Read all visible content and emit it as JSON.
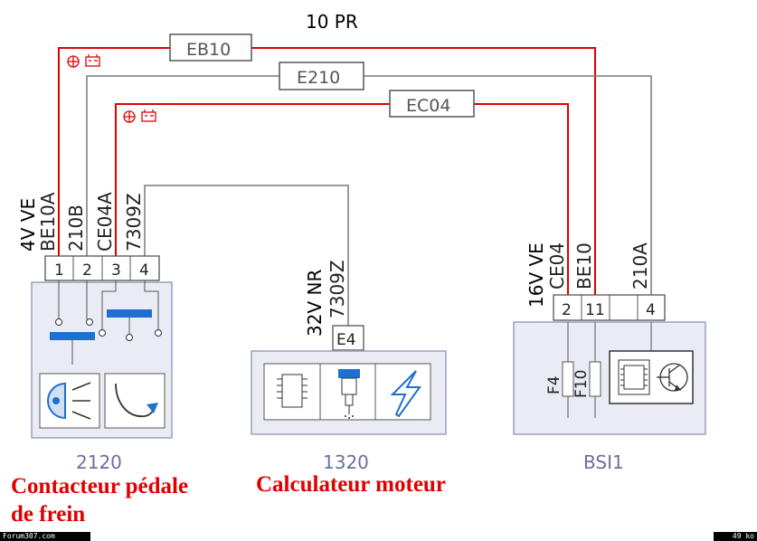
{
  "harness": {
    "label": "10 PR"
  },
  "connectors": {
    "eb10": "EB10",
    "e210": "E210",
    "ec04": "EC04",
    "e4": "E4"
  },
  "wires": {
    "be10a": "BE10A",
    "w210b": "210B",
    "ce04a": "CE04A",
    "w7309z_left": "7309Z",
    "w7309z_center": "7309Z",
    "ce04": "CE04",
    "be10": "BE10",
    "w210a": "210A"
  },
  "connector_specs": {
    "left": "4V VE",
    "center": "32V NR",
    "right": "16V VE"
  },
  "pins": {
    "left": [
      "1",
      "2",
      "3",
      "4"
    ],
    "center": [
      "E4"
    ],
    "right": [
      "2",
      "11",
      "",
      "4"
    ]
  },
  "fuses": {
    "f4": "F4",
    "f10": "F10"
  },
  "components": {
    "left": {
      "code": "2120"
    },
    "center": {
      "code": "1320"
    },
    "right": {
      "code": "BSI1"
    }
  },
  "captions": {
    "left_line1": "Contacteur pédale",
    "left_line2": "de frein",
    "center": "Calculateur moteur"
  },
  "footer": {
    "site": "Forum307.com",
    "size": "49 ko"
  },
  "colors": {
    "positive_wire": "#e00000",
    "neutral_wire": "#7a7a7a",
    "symbol_blue": "#1e6fd0"
  }
}
